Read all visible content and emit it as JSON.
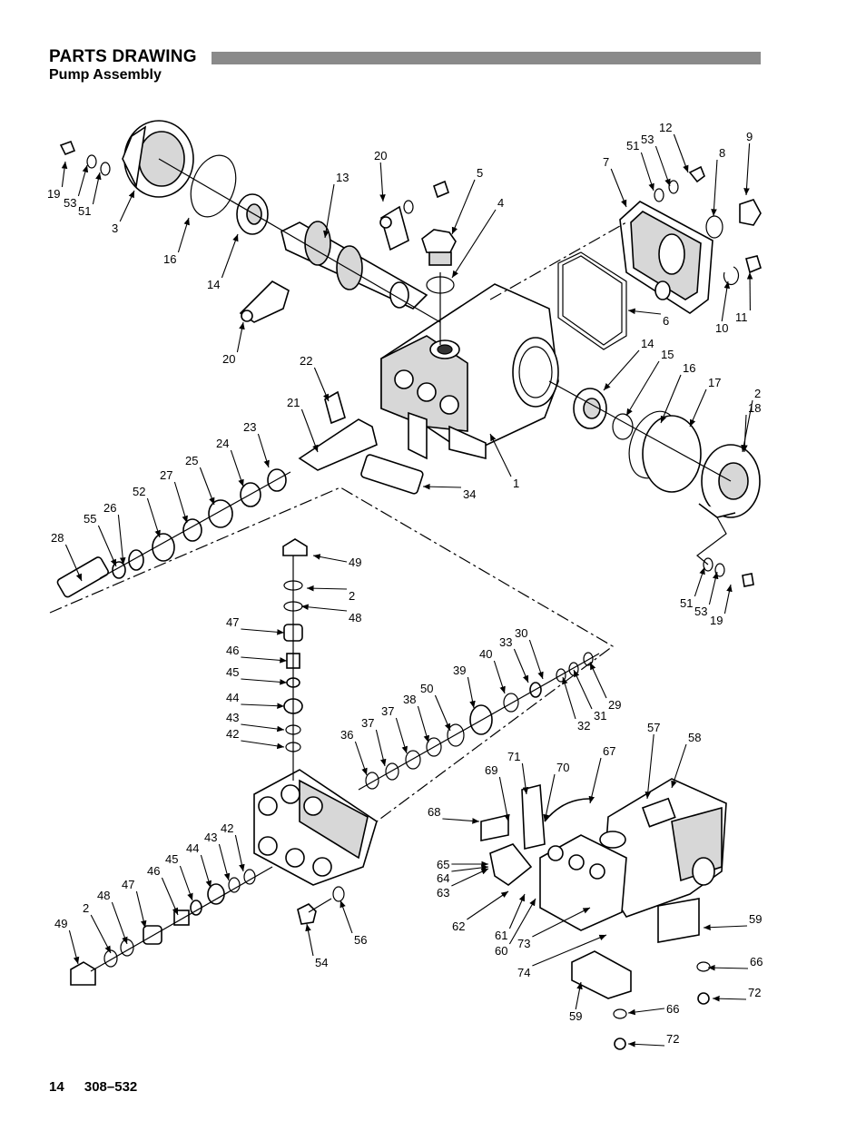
{
  "header": {
    "title": "PARTS DRAWING",
    "subtitle": "Pump Assembly"
  },
  "footer": {
    "page": "14",
    "doc": "308–532"
  },
  "callouts": [
    {
      "t": "19"
    },
    {
      "t": "53"
    },
    {
      "t": "51"
    },
    {
      "t": "3"
    },
    {
      "t": "16"
    },
    {
      "t": "14"
    },
    {
      "t": "13"
    },
    {
      "t": "20"
    },
    {
      "t": "20"
    },
    {
      "t": "5"
    },
    {
      "t": "4"
    },
    {
      "t": "7"
    },
    {
      "t": "51"
    },
    {
      "t": "53"
    },
    {
      "t": "12"
    },
    {
      "t": "8"
    },
    {
      "t": "9"
    },
    {
      "t": "6"
    },
    {
      "t": "10"
    },
    {
      "t": "11"
    },
    {
      "t": "22"
    },
    {
      "t": "21"
    },
    {
      "t": "23"
    },
    {
      "t": "24"
    },
    {
      "t": "25"
    },
    {
      "t": "27"
    },
    {
      "t": "52"
    },
    {
      "t": "26"
    },
    {
      "t": "55"
    },
    {
      "t": "28"
    },
    {
      "t": "34"
    },
    {
      "t": "1"
    },
    {
      "t": "14"
    },
    {
      "t": "15"
    },
    {
      "t": "16"
    },
    {
      "t": "17"
    },
    {
      "t": "2"
    },
    {
      "t": "18"
    },
    {
      "t": "51"
    },
    {
      "t": "53"
    },
    {
      "t": "19"
    },
    {
      "t": "49"
    },
    {
      "t": "2"
    },
    {
      "t": "48"
    },
    {
      "t": "47"
    },
    {
      "t": "46"
    },
    {
      "t": "45"
    },
    {
      "t": "44"
    },
    {
      "t": "43"
    },
    {
      "t": "42"
    },
    {
      "t": "36"
    },
    {
      "t": "37"
    },
    {
      "t": "37"
    },
    {
      "t": "38"
    },
    {
      "t": "50"
    },
    {
      "t": "39"
    },
    {
      "t": "40"
    },
    {
      "t": "33"
    },
    {
      "t": "30"
    },
    {
      "t": "32"
    },
    {
      "t": "31"
    },
    {
      "t": "29"
    },
    {
      "t": "42"
    },
    {
      "t": "43"
    },
    {
      "t": "44"
    },
    {
      "t": "45"
    },
    {
      "t": "46"
    },
    {
      "t": "47"
    },
    {
      "t": "48"
    },
    {
      "t": "2"
    },
    {
      "t": "49"
    },
    {
      "t": "54"
    },
    {
      "t": "56"
    },
    {
      "t": "71"
    },
    {
      "t": "69"
    },
    {
      "t": "70"
    },
    {
      "t": "67"
    },
    {
      "t": "57"
    },
    {
      "t": "58"
    },
    {
      "t": "68"
    },
    {
      "t": "65"
    },
    {
      "t": "64"
    },
    {
      "t": "63"
    },
    {
      "t": "62"
    },
    {
      "t": "61"
    },
    {
      "t": "60"
    },
    {
      "t": "73"
    },
    {
      "t": "74"
    },
    {
      "t": "59"
    },
    {
      "t": "66"
    },
    {
      "t": "72"
    },
    {
      "t": "59"
    },
    {
      "t": "66"
    },
    {
      "t": "72"
    }
  ]
}
